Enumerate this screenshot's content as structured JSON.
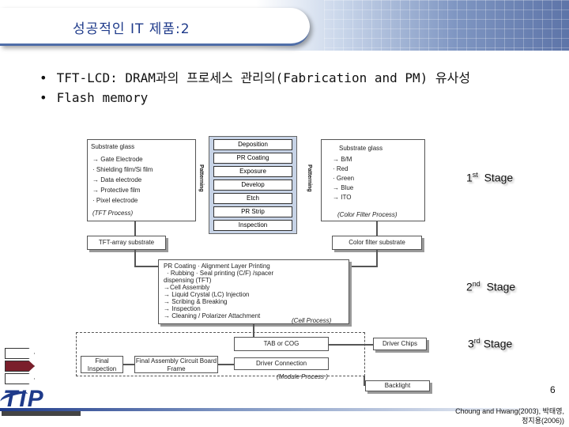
{
  "header": {
    "title": "성공적인 IT 제품:2"
  },
  "bullets": [
    "TFT-LCD: DRAM과의 프로세스 관리의(Fabrication and PM) 유사성",
    "Flash memory"
  ],
  "diagram": {
    "tft_box": {
      "heading": "Substrate glass",
      "items": [
        "→ Gate Electrode",
        "· Shielding film/Si film",
        "→ Data electrode",
        "→ Protective film",
        "· Pixel electrode"
      ],
      "caption": "(TFT Process)"
    },
    "patterning_label": "Patterning",
    "center_steps": [
      "Deposition",
      "PR Coating",
      "Exposure",
      "Develop",
      "Etch",
      "PR Strip",
      "Inspection"
    ],
    "cf_box": {
      "heading": "Substrate glass",
      "items": [
        "→ B/M",
        "· Red",
        "· Green",
        "→ Blue",
        "→ ITO"
      ],
      "caption": "(Color Filter Process)"
    },
    "tft_array": "TFT-array substrate",
    "cf_substrate": "Color filter substrate",
    "cell_box": {
      "lines": [
        "PR Coating  · Alignment Layer Printing",
        "· Rubbing  · Seal printing (C/F) /spacer",
        "dispensing (TFT)",
        "→Cell Assembly",
        "→ Liquid Crystal (LC) Injection",
        "→ Scribing & Breaking",
        "→ Inspection",
        "→ Cleaning / Polarizer Attachment"
      ],
      "caption": "(Cell Process)"
    },
    "module": {
      "tab": "TAB or COG",
      "driver_chips": "Driver Chips",
      "final_inspection": "Final Inspection",
      "final_assembly": "Final Assembly Circuit Board Frame",
      "driver_connection": "Driver Connection",
      "caption": "(Module Process )",
      "backlight": "Backlight"
    },
    "stages": [
      {
        "num": "1",
        "sup": "st",
        "label": "Stage"
      },
      {
        "num": "2",
        "sup": "nd",
        "label": "Stage"
      },
      {
        "num": "3",
        "sup": "rd",
        "label": "Stage"
      }
    ]
  },
  "footer": {
    "page_number": "6",
    "citation_line1": "Choung and Hwang(2003), 박태영,",
    "citation_line2": "정지용(2006))",
    "logo_text": "TIP"
  }
}
